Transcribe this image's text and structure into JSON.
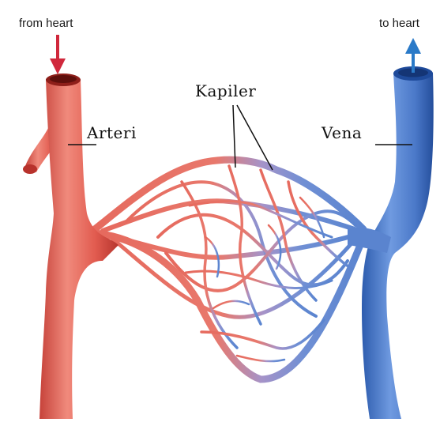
{
  "labels": {
    "from_heart": "from heart",
    "to_heart": "to heart",
    "artery": "Arteri",
    "capillary": "Kapiler",
    "vein": "Vena"
  },
  "colors": {
    "artery": "#e8645a",
    "artery_dark": "#b8322c",
    "vein": "#4f7fd0",
    "vein_dark": "#1e4a9a",
    "arrow_in": "#d0283c",
    "arrow_out": "#2a7ac8"
  },
  "icons": {
    "from_heart_arrow": "arrow-down-icon",
    "to_heart_arrow": "arrow-up-icon"
  }
}
